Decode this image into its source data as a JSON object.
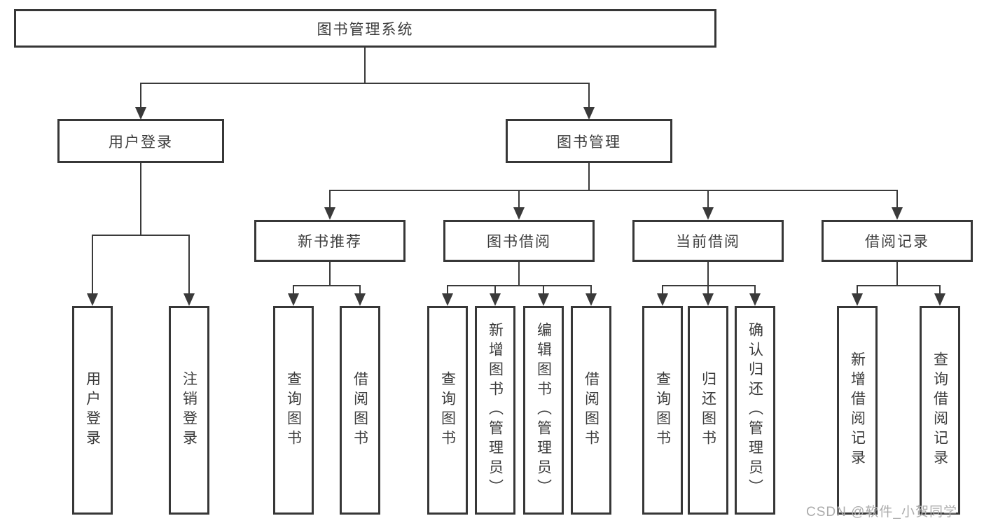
{
  "diagram": {
    "title": "图书管理系统",
    "level2": [
      {
        "label": "用户登录"
      },
      {
        "label": "图书管理"
      }
    ],
    "level3": [
      {
        "label": "新书推荐"
      },
      {
        "label": "图书借阅"
      },
      {
        "label": "当前借阅"
      },
      {
        "label": "借阅记录"
      }
    ],
    "leaves": [
      {
        "label": "用户登录"
      },
      {
        "label": "注销登录"
      },
      {
        "label": "查询图书"
      },
      {
        "label": "借阅图书"
      },
      {
        "label": "查询图书"
      },
      {
        "label": "新增图书（管理员）"
      },
      {
        "label": "编辑图书（管理员）"
      },
      {
        "label": "借阅图书"
      },
      {
        "label": "查询图书"
      },
      {
        "label": "归还图书"
      },
      {
        "label": "确认归还（管理员）"
      },
      {
        "label": "新增借阅记录"
      },
      {
        "label": "查询借阅记录"
      }
    ]
  },
  "watermark": {
    "text": "CSDN @软件_小贺同学",
    "color": "#ababab"
  },
  "colors": {
    "line": "#3a3a3a",
    "border": "#373737",
    "text": "#3c3c3c",
    "background": "#ffffff"
  }
}
